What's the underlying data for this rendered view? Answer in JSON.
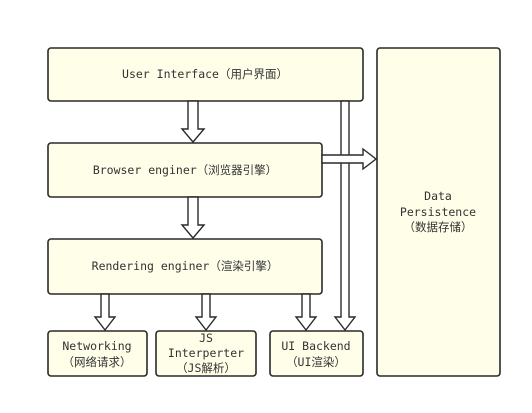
{
  "diagram": {
    "user_interface": "User Interface（用户界面）",
    "browser_engine": "Browser enginer（浏览器引擎）",
    "rendering_engine": "Rendering enginer（渲染引擎）",
    "networking": {
      "line1": "Networking",
      "line2": "（网络请求）"
    },
    "js_interpreter": {
      "line1": "JS",
      "line2": "Interperter",
      "line3": "（JS解析）"
    },
    "ui_backend": {
      "line1": "UI Backend",
      "line2": "（UI渲染）"
    },
    "data_persistence": {
      "line1": "Data",
      "line2": "Persistence",
      "line3": "（数据存储）"
    }
  },
  "colors": {
    "box_fill": "#fefee9",
    "stroke": "#2a2a2a",
    "arrow_fill": "#ffffff"
  }
}
